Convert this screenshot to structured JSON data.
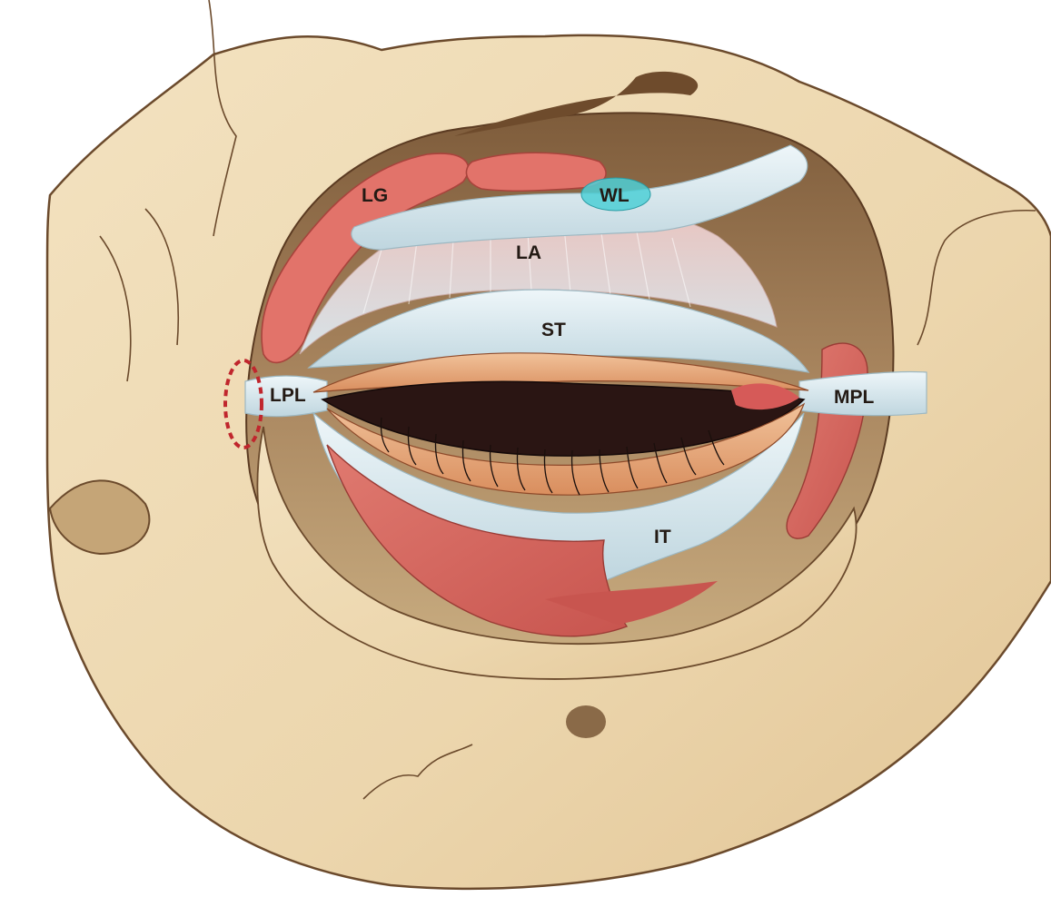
{
  "labels": {
    "lg": "LG",
    "wl": "WL",
    "la": "LA",
    "st": "ST",
    "lpl": "LPL",
    "mpl": "MPL",
    "it": "IT"
  },
  "colors": {
    "bone": "#ecd6ad",
    "bone_light": "#f4e4c4",
    "bone_shadow": "#d4b88c",
    "orbit_cavity": "#9c7a55",
    "orbit_floor": "#cdb487",
    "gland": "#e2736a",
    "tendon": "#d9e9ef",
    "muscle": "#d2655e",
    "eyelid": "#e6a274",
    "aperture": "#2a1513",
    "whitnall_highlight": "#4ecfd6",
    "dashed_marker": "#c0262d"
  }
}
